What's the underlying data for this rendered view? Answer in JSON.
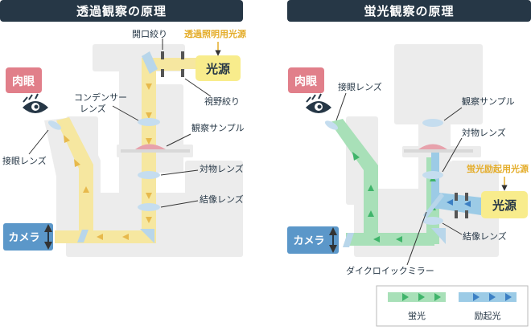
{
  "transmitted": {
    "title": "透過観察の原理",
    "labels": {
      "naked_eye": "肉眼",
      "aperture_diaphragm": "開口絞り",
      "illumination_source_heading": "透過照明用光源",
      "light_source": "光源",
      "condenser_lens_line1": "コンデンサー",
      "condenser_lens_line2": "レンズ",
      "field_diaphragm": "視野絞り",
      "observation_sample": "観察サンプル",
      "eyepiece_lens": "接眼レンズ",
      "objective_lens": "対物レンズ",
      "imaging_lens": "結像レンズ",
      "camera": "カメラ"
    }
  },
  "fluorescence": {
    "title": "蛍光観察の原理",
    "labels": {
      "naked_eye": "肉眼",
      "eyepiece_lens": "接眼レンズ",
      "observation_sample": "観察サンプル",
      "objective_lens": "対物レンズ",
      "excitation_source_heading": "蛍光励起用光源",
      "light_source": "光源",
      "imaging_lens": "結像レンズ",
      "camera": "カメラ",
      "dichroic_mirror": "ダイクロイックミラー"
    },
    "legend": {
      "fluorescence": "蛍光",
      "excitation": "励起光"
    }
  },
  "colors": {
    "title_bg": "#263746",
    "body_shape": "#ececec",
    "transmitted_light": "#f6e7a0",
    "fluorescence_light": "#a8e0b8",
    "excitation_light": "#9ccbe6",
    "eye_box": "#e17f8a",
    "camera_box": "#5b97c9",
    "light_source_box": "#f8ec8c",
    "heading_accent": "#e4ad2b"
  }
}
